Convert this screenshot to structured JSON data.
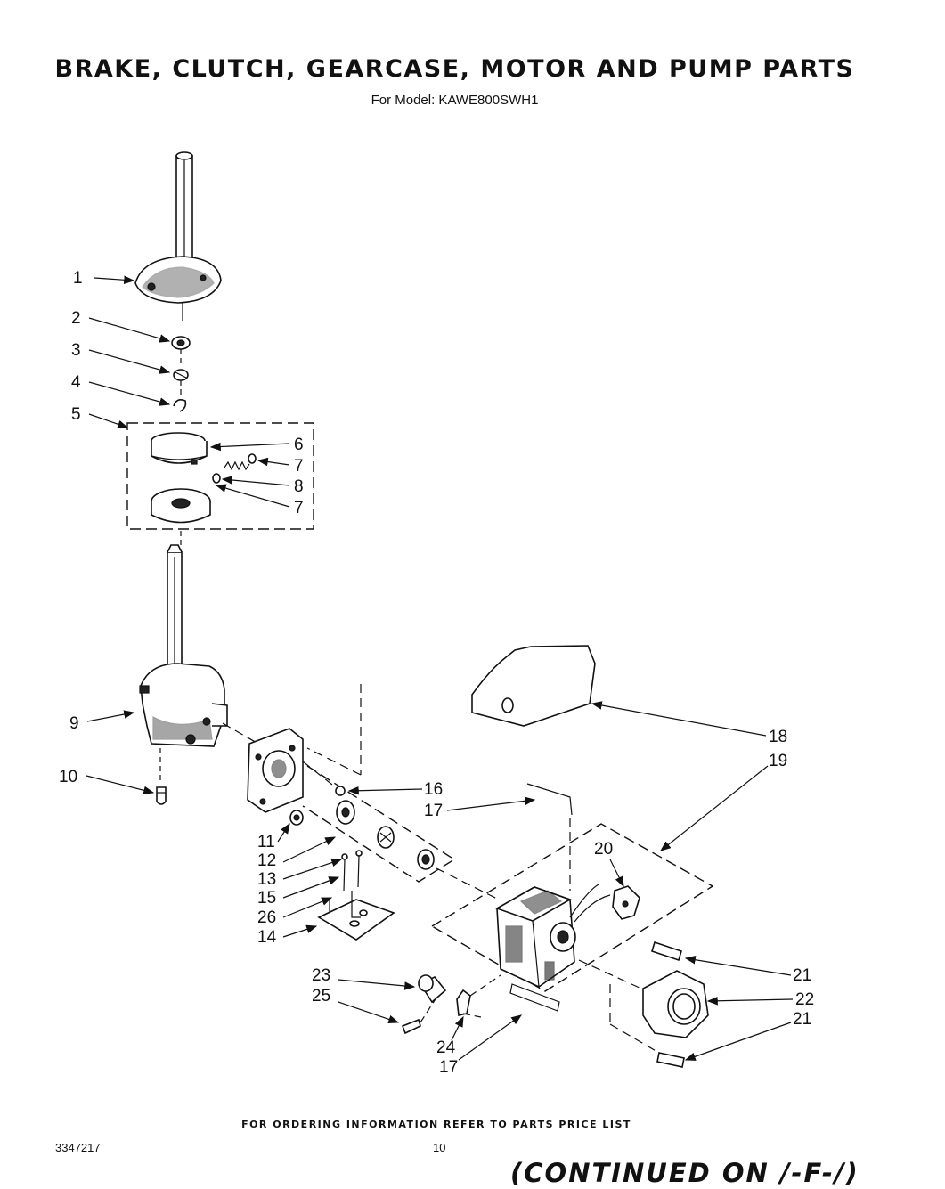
{
  "header": {
    "title": "BRAKE, CLUTCH, GEARCASE, MOTOR AND PUMP PARTS",
    "subtitle": "For Model: KAWE800SWH1"
  },
  "callouts": {
    "c1": "1",
    "c2": "2",
    "c3": "3",
    "c4": "4",
    "c5": "5",
    "c6": "6",
    "c7a": "7",
    "c8": "8",
    "c7b": "7",
    "c9": "9",
    "c10": "10",
    "c11": "11",
    "c12": "12",
    "c13": "13",
    "c15": "15",
    "c26": "26",
    "c14": "14",
    "c16": "16",
    "c17a": "17",
    "c18": "18",
    "c19": "19",
    "c20": "20",
    "c21a": "21",
    "c22": "22",
    "c21b": "21",
    "c23": "23",
    "c25": "25",
    "c24": "24",
    "c17b": "17"
  },
  "footer": {
    "ordering_note": "FOR ORDERING INFORMATION REFER TO PARTS PRICE LIST",
    "document_number": "3347217",
    "page_number": "10",
    "continued": "(CONTINUED ON /-F-/)"
  }
}
